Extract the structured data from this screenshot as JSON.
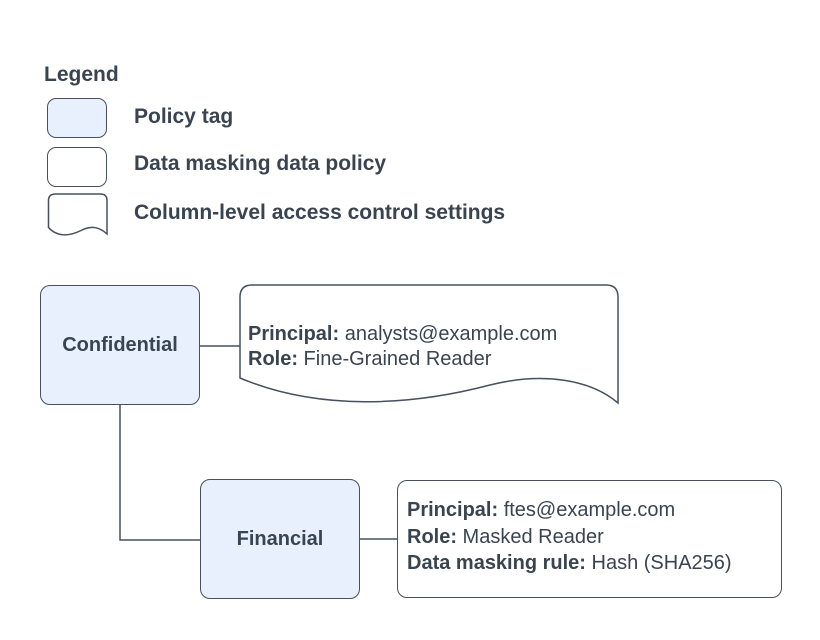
{
  "colors": {
    "policy_tag_fill": "#e8f0fe",
    "shape_stroke": "#47505e",
    "text": "#3a4450",
    "background": "#ffffff"
  },
  "legend": {
    "title": "Legend",
    "items": [
      {
        "shape": "policy-tag-swatch",
        "label": "Policy tag"
      },
      {
        "shape": "data-policy-swatch",
        "label": "Data masking data policy"
      },
      {
        "shape": "document-swatch",
        "label": "Column-level access control settings"
      }
    ]
  },
  "diagram": {
    "confidential": {
      "label": "Confidential"
    },
    "financial": {
      "label": "Financial"
    },
    "confidential_policy": {
      "lines": [
        {
          "label": "Principal:",
          "value": " analysts@example.com"
        },
        {
          "label": "Role:",
          "value": " Fine-Grained Reader"
        }
      ]
    },
    "financial_policy": {
      "lines": [
        {
          "label": "Principal:",
          "value": " ftes@example.com"
        },
        {
          "label": "Role:",
          "value": " Masked Reader"
        },
        {
          "label": "Data masking rule:",
          "value": " Hash (SHA256)"
        }
      ]
    }
  }
}
